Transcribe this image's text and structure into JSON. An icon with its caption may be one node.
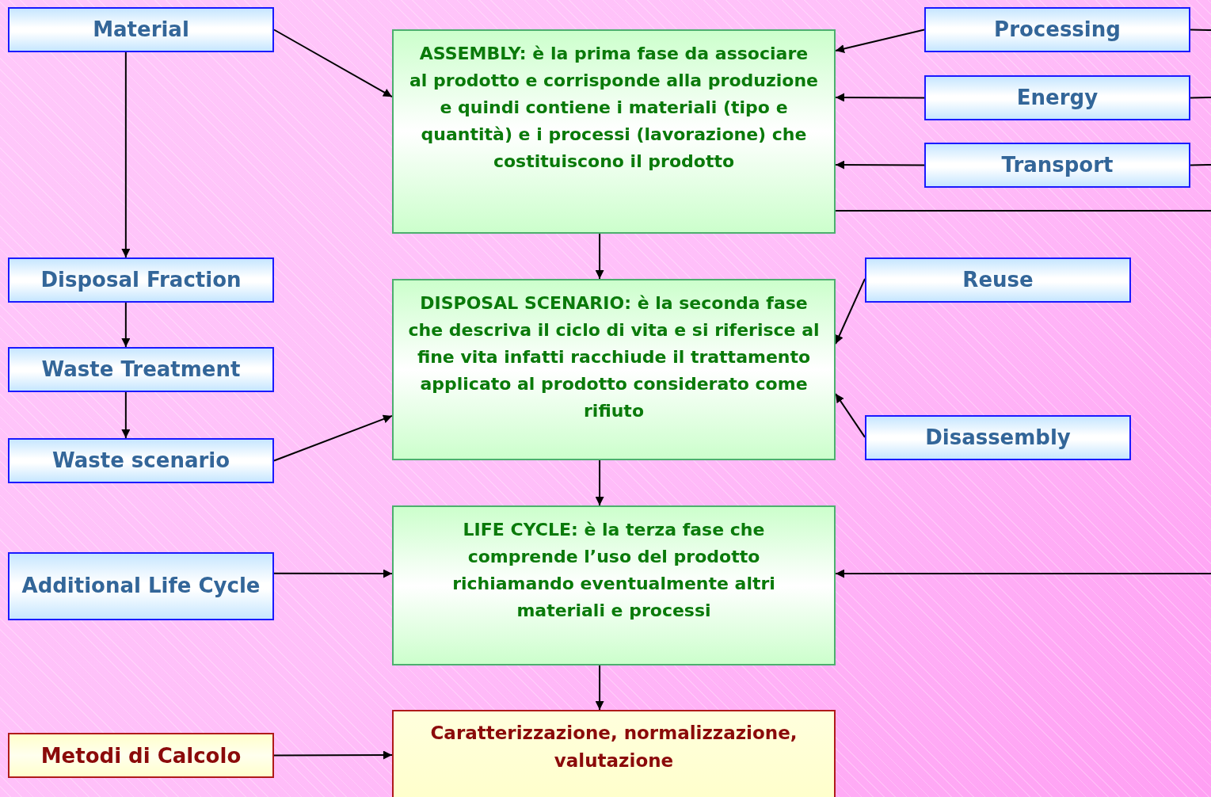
{
  "diagram": {
    "nodes": [
      {
        "text": [
          "Material"
        ]
      },
      {
        "text": [
          "ASSEMBLY: è la prima fase da associare al prodotto e corrisponde alla produzione e quindi contiene i materiali (tipo e quantità) e i processi (lavorazione) che costituiscono il prodotto"
        ]
      },
      {
        "text": [
          "Processing"
        ]
      },
      {
        "text": [
          "Energy"
        ]
      },
      {
        "text": [
          "Transport"
        ]
      },
      {
        "text": [
          "Disposal Fraction"
        ]
      },
      {
        "text": [
          "DISPOSAL SCENARIO: è la seconda fase che descriva il ciclo di vita e si riferisce al fine vita infatti racchiude il trattamento applicato al prodotto considerato come rifiuto"
        ]
      },
      {
        "text": [
          "Reuse"
        ]
      },
      {
        "text": [
          "Waste Treatment"
        ]
      },
      {
        "text": [
          "Disassembly"
        ]
      },
      {
        "text": [
          "Waste scenario"
        ]
      },
      {
        "text": [
          "Additional Life Cycle"
        ]
      },
      {
        "text": [
          "LIFE CYCLE: è la terza fase che comprende l’uso del prodotto richiamando eventualmente altri materiali e processi"
        ]
      },
      {
        "text": [
          "Metodi di Calcolo"
        ]
      },
      {
        "text": [
          "Caratterizzazione, normalizzazione, valutazione"
        ]
      }
    ],
    "edges": [
      {
        "from": 0,
        "to": 1,
        "arrow": "to"
      },
      {
        "from": 0,
        "to": 5,
        "arrow": "to"
      },
      {
        "from": 2,
        "to": 1,
        "arrow": "to"
      },
      {
        "from": 3,
        "to": 1,
        "arrow": "to"
      },
      {
        "from": 4,
        "to": 1,
        "arrow": "to"
      },
      {
        "from": 2,
        "to": null,
        "arrow": "none"
      },
      {
        "from": 3,
        "to": null,
        "arrow": "none"
      },
      {
        "from": 4,
        "to": null,
        "arrow": "none"
      },
      {
        "from": 1,
        "to": null,
        "arrow": "none"
      },
      {
        "from": 1,
        "to": 6,
        "arrow": "to"
      },
      {
        "from": 5,
        "to": 8,
        "arrow": "to"
      },
      {
        "from": 8,
        "to": 10,
        "arrow": "to"
      },
      {
        "from": 10,
        "to": 6,
        "arrow": "to"
      },
      {
        "from": 7,
        "to": 6,
        "arrow": "to"
      },
      {
        "from": 9,
        "to": 6,
        "arrow": "to"
      },
      {
        "from": 6,
        "to": 12,
        "arrow": "to"
      },
      {
        "from": 11,
        "to": 12,
        "arrow": "to"
      },
      {
        "from": null,
        "to": 12,
        "arrow": "to"
      },
      {
        "from": 12,
        "to": 14,
        "arrow": "to"
      },
      {
        "from": 13,
        "to": 14,
        "arrow": "to"
      }
    ]
  }
}
